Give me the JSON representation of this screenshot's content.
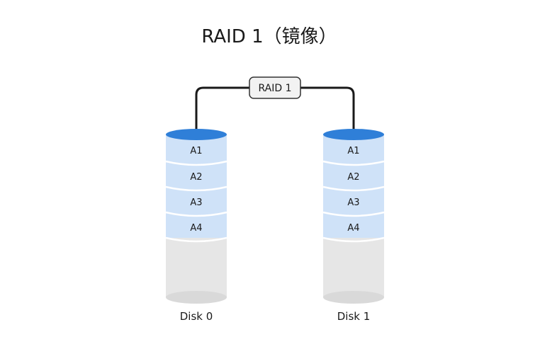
{
  "title": "RAID 1（镜像）",
  "controller": {
    "label": "RAID 1"
  },
  "disks": [
    {
      "label": "Disk 0",
      "blocks": [
        "A1",
        "A2",
        "A3",
        "A4"
      ]
    },
    {
      "label": "Disk 1",
      "blocks": [
        "A1",
        "A2",
        "A3",
        "A4"
      ]
    }
  ],
  "colors": {
    "block_fill": "#cfe2f8",
    "block_top": "#2f7fd8",
    "block_separator": "#ffffff",
    "empty_fill": "#e6e6e6",
    "empty_bottom": "#d9d9d9",
    "connector": "#1a1a1a",
    "controller_fill": "#f2f2f2",
    "controller_stroke": "#333333"
  }
}
